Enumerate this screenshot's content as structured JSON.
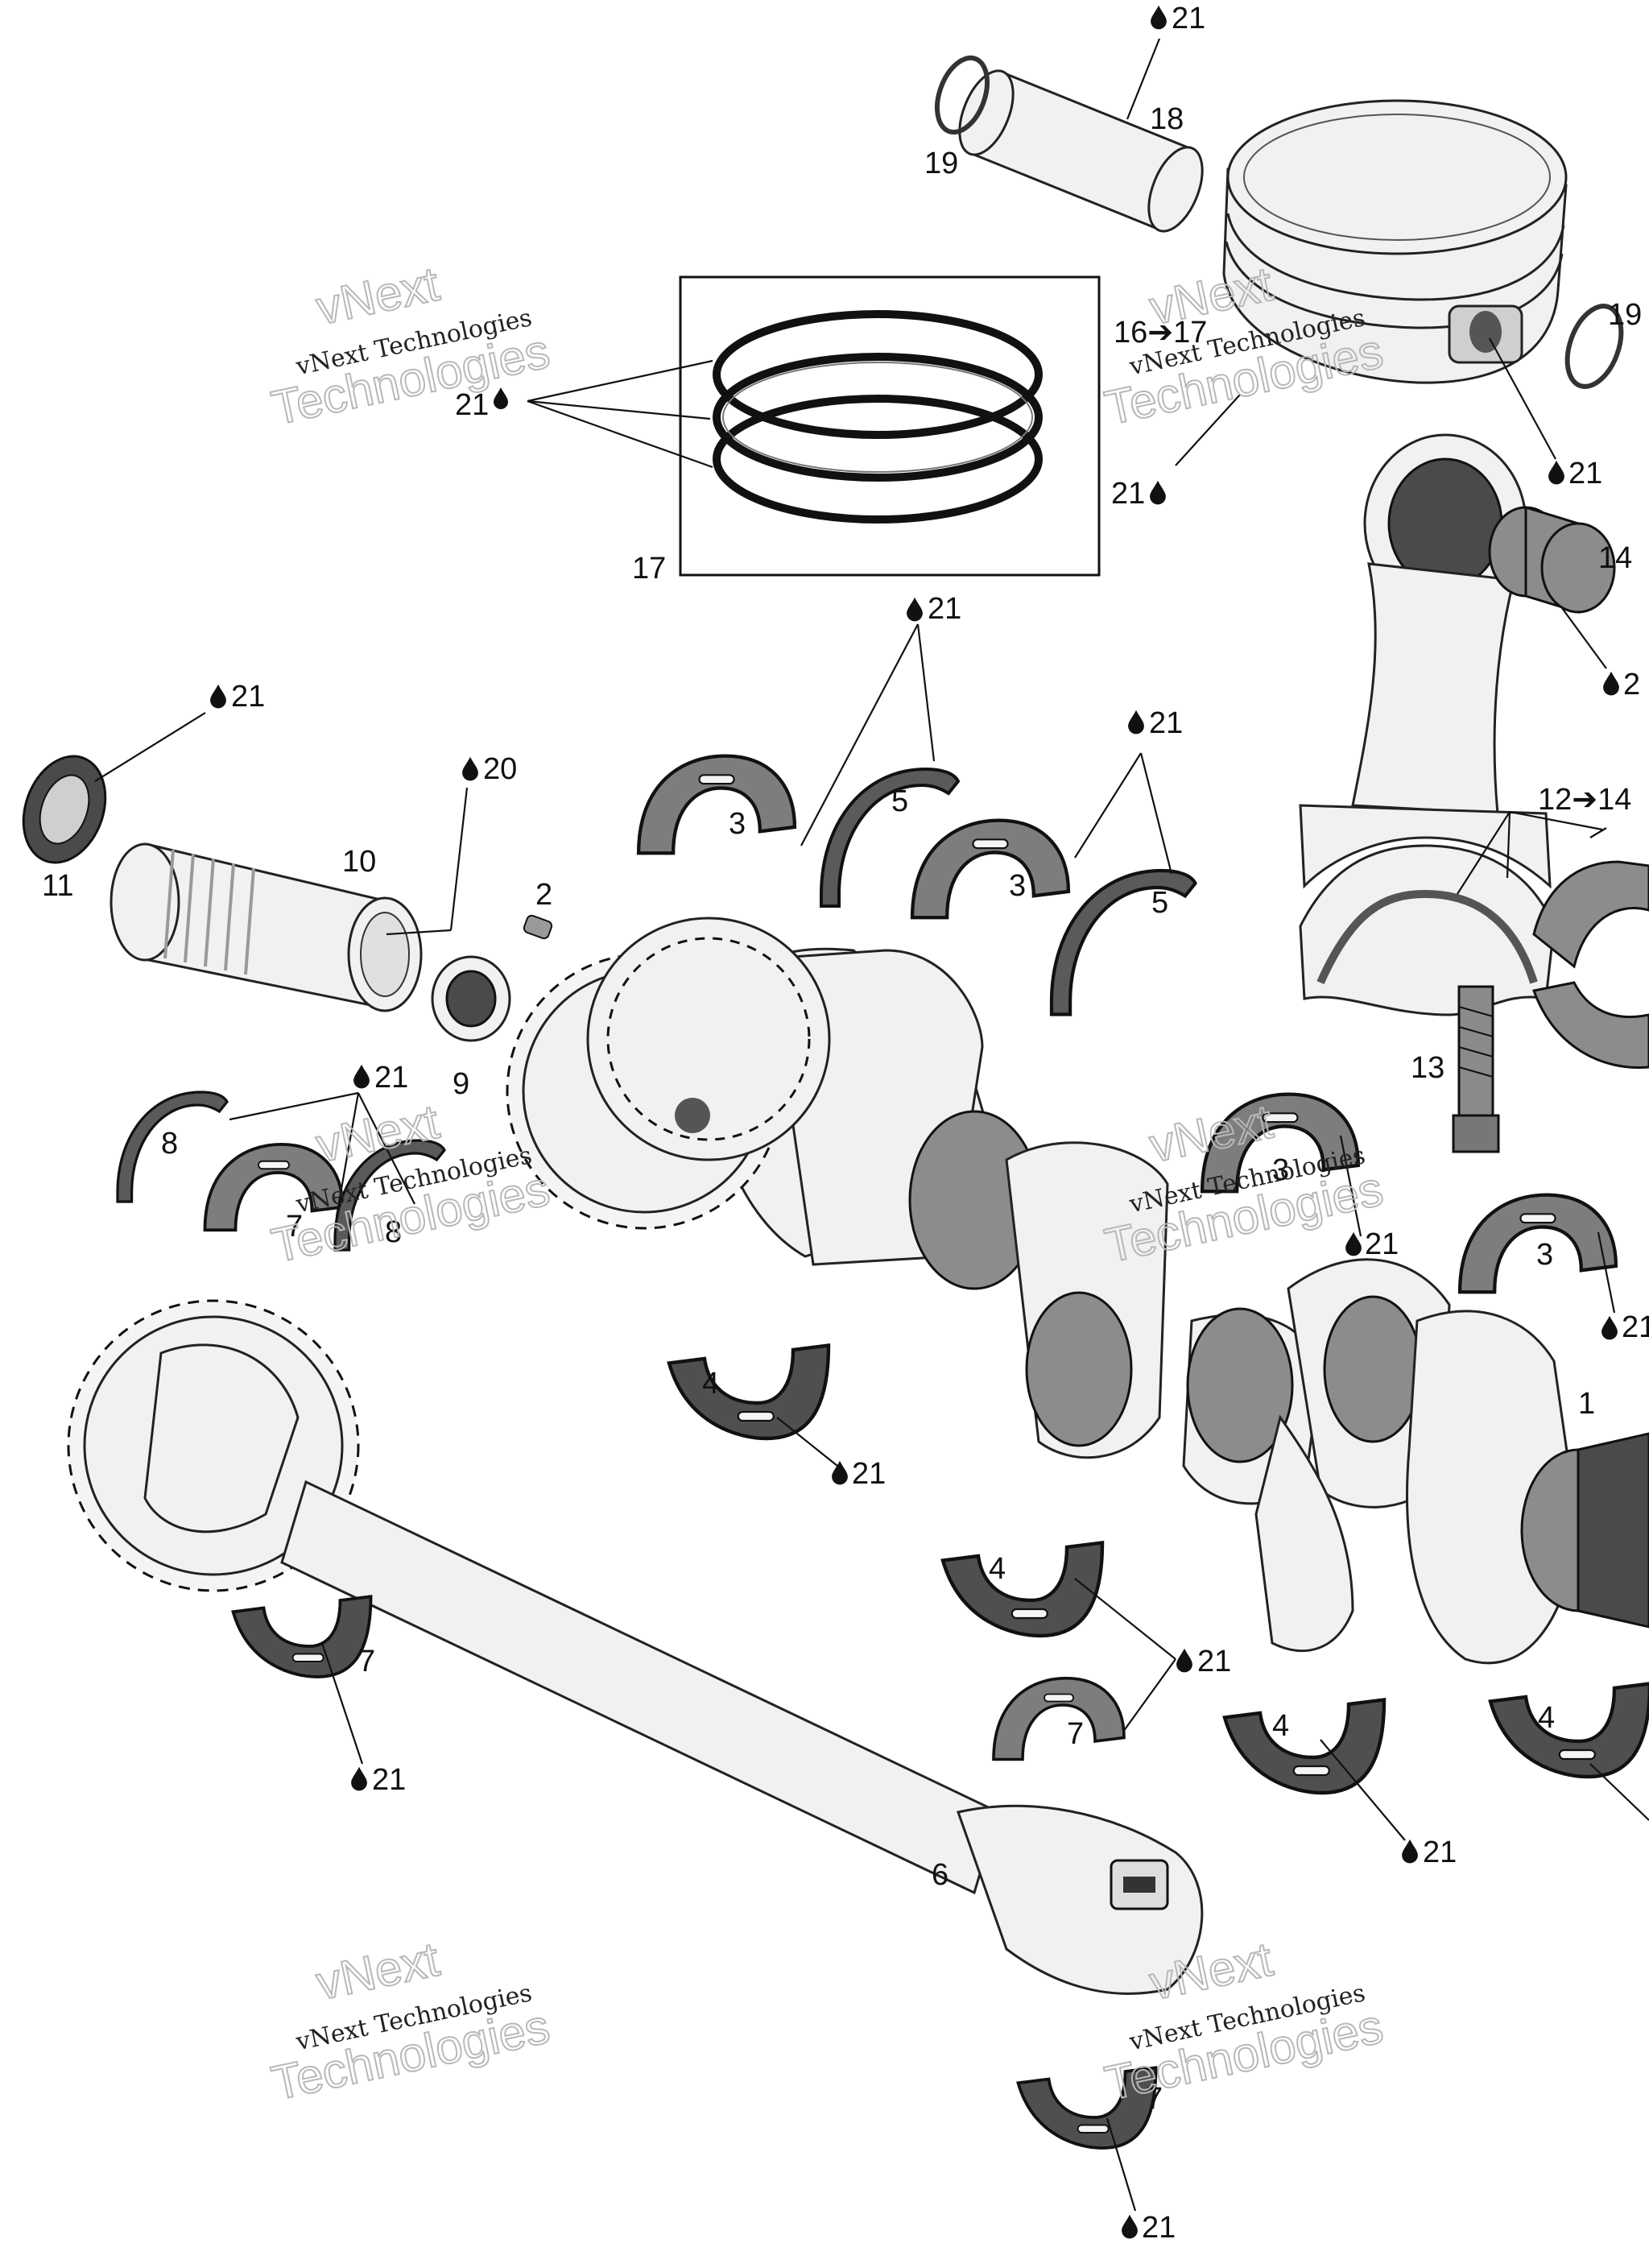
{
  "diagram": {
    "callouts": {
      "c1": "1",
      "c2": "2",
      "c3a": "3",
      "c3b": "3",
      "c3c": "3",
      "c3d": "3",
      "c4a": "4",
      "c4b": "4",
      "c4c": "4",
      "c4d": "4",
      "c5a": "5",
      "c5b": "5",
      "c6": "6",
      "c7a": "7",
      "c7b": "7",
      "c7c": "7",
      "c7d": "7",
      "c8a": "8",
      "c8b": "8",
      "c9": "9",
      "c10": "10",
      "c11": "11",
      "c12": "12➔14",
      "c13": "13",
      "c14": "14",
      "c16": "16➔17",
      "c17": "17",
      "c18": "18",
      "c19a": "19",
      "c19b": "19"
    },
    "lubricant_refs": {
      "l_top": "21",
      "l_piston_r": "21",
      "l_piston_b": "21",
      "l_rod": "2",
      "l_rings": "21",
      "l_bear5": "21",
      "l_bear5b": "21",
      "l_seal11": "21",
      "l_20": "20",
      "l_bear8": "21",
      "l_cr3": "21",
      "l_cr3b": "21",
      "l_b4a": "21",
      "l_b4b": "21",
      "l_b7a": "21",
      "l_b4c": "21",
      "l_b7d": "21"
    },
    "watermark": {
      "line1": "vNext Technologies",
      "line2": "vNext",
      "line3": "Technologies"
    }
  }
}
